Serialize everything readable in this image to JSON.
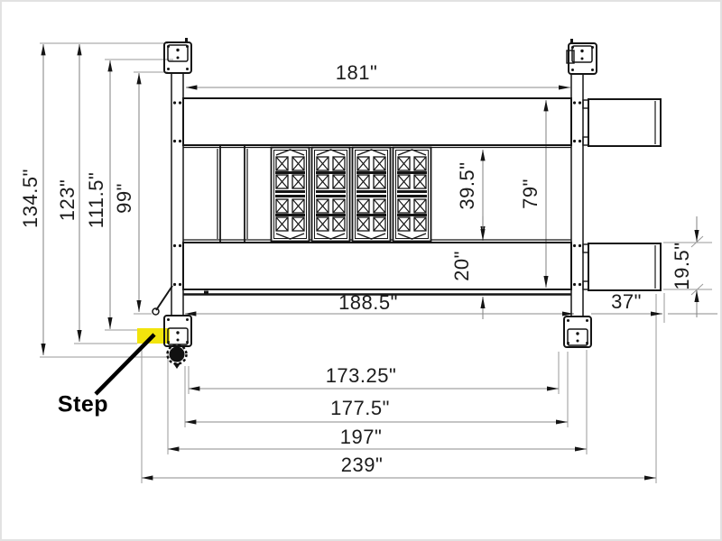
{
  "diagram": {
    "description": "Four-post vehicle lift dimensional drawing, top view",
    "highlight_color": "#F2E40C",
    "step_label": "Step",
    "dims": {
      "d134_5": "134.5\"",
      "d123": "123\"",
      "d111_5": "111.5\"",
      "d99": "99\"",
      "d181": "181\"",
      "d39_5": "39.5\"",
      "d79": "79\"",
      "d20": "20\"",
      "d19_5": "19.5\"",
      "d37": "37\"",
      "d188_5": "188.5\"",
      "d173_25": "173.25\"",
      "d177_5": "177.5\"",
      "d197": "197\"",
      "d239": "239\""
    }
  }
}
